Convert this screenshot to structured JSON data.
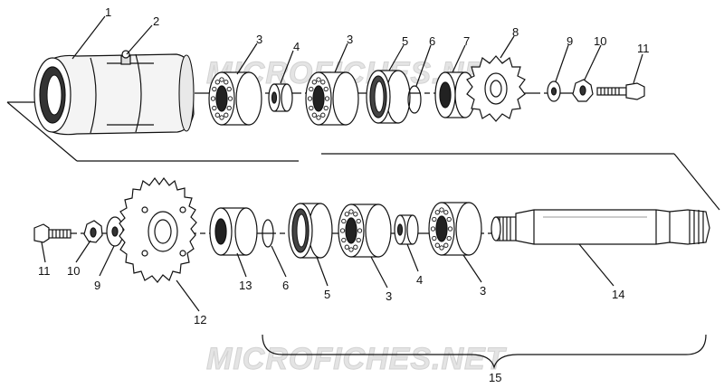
{
  "watermark": "MICROFICHES.NET",
  "callouts": {
    "p1": "1",
    "p2": "2",
    "p3a": "3",
    "p4a": "4",
    "p3b": "3",
    "p5a": "5",
    "p6a": "6",
    "p7": "7",
    "p8": "8",
    "p9a": "9",
    "p10a": "10",
    "p11a": "11",
    "p11b": "11",
    "p10b": "10",
    "p9b": "9",
    "p12": "12",
    "p13": "13",
    "p6b": "6",
    "p5b": "5",
    "p3c": "3",
    "p4b": "4",
    "p3d": "3",
    "p14": "14",
    "p15": "15"
  }
}
